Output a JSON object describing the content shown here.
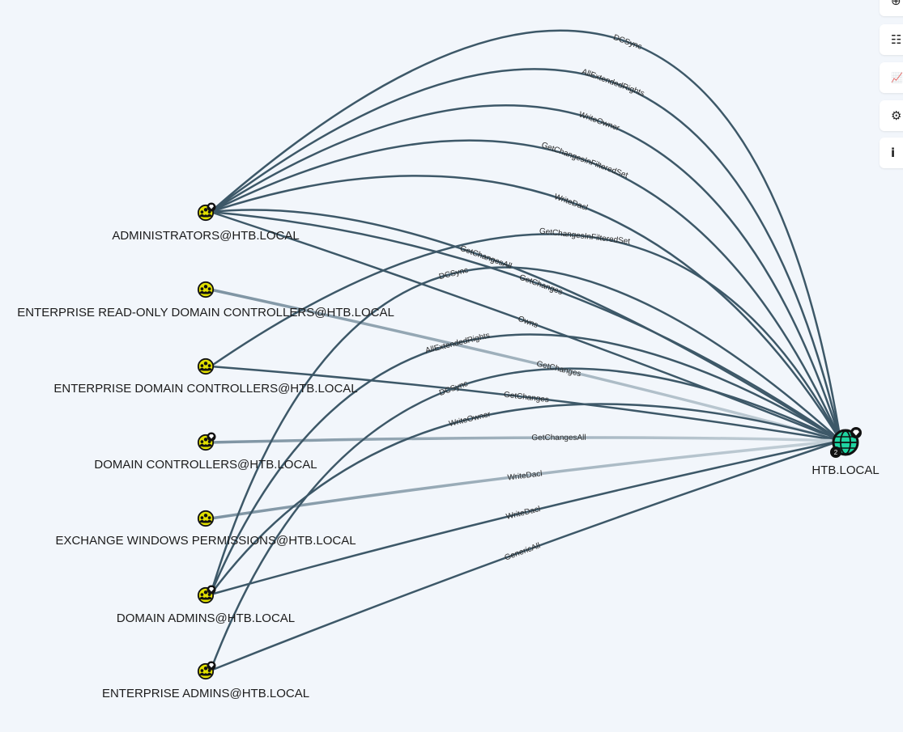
{
  "nodes": {
    "administrators": "ADMINISTRATORS@HTB.LOCAL",
    "erodc": "ENTERPRISE READ-ONLY DOMAIN CONTROLLERS@HTB.LOCAL",
    "edc": "ENTERPRISE DOMAIN CONTROLLERS@HTB.LOCAL",
    "dc": "DOMAIN CONTROLLERS@HTB.LOCAL",
    "ewp": "EXCHANGE WINDOWS PERMISSIONS@HTB.LOCAL",
    "da": "DOMAIN ADMINS@HTB.LOCAL",
    "ea": "ENTERPRISE ADMINS@HTB.LOCAL",
    "domain": "HTB.LOCAL",
    "domain_badge_count": "2"
  },
  "edges": [
    {
      "from": "administrators",
      "label": "DCSync"
    },
    {
      "from": "administrators",
      "label": "AllExtendedRights"
    },
    {
      "from": "administrators",
      "label": "WriteOwner"
    },
    {
      "from": "administrators",
      "label": "GetChangesInFilteredSet"
    },
    {
      "from": "administrators",
      "label": "WriteDacl"
    },
    {
      "from": "administrators",
      "label": "GetChangesAll"
    },
    {
      "from": "administrators",
      "label": "GetChanges"
    },
    {
      "from": "administrators",
      "label": "Owns"
    },
    {
      "from": "erodc",
      "label": "GetChanges",
      "highlight": true
    },
    {
      "from": "edc",
      "label": "GetChangesInFilteredSet"
    },
    {
      "from": "edc",
      "label": "GetChanges"
    },
    {
      "from": "dc",
      "label": "GetChangesAll",
      "highlight": true
    },
    {
      "from": "ewp",
      "label": "WriteDacl",
      "highlight": true
    },
    {
      "from": "da",
      "label": "DCSync"
    },
    {
      "from": "da",
      "label": "AllExtendedRights"
    },
    {
      "from": "da",
      "label": "WriteOwner"
    },
    {
      "from": "da",
      "label": "WriteDacl"
    },
    {
      "from": "ea",
      "label": "DCSync"
    },
    {
      "from": "ea",
      "label": "GenericAll"
    }
  ],
  "toolbar": [
    {
      "icon": "upload-icon",
      "glyph": "⊕"
    },
    {
      "icon": "checklist-icon",
      "glyph": "☷"
    },
    {
      "icon": "chart-icon",
      "glyph": "📈"
    },
    {
      "icon": "settings-icon",
      "glyph": "⚙"
    },
    {
      "icon": "info-icon",
      "glyph": "i"
    }
  ],
  "colors": {
    "edge": "#3d5868",
    "edge_highlight": "#8a9eac",
    "group": "#e2e000",
    "domain": "#1fd6a2"
  }
}
